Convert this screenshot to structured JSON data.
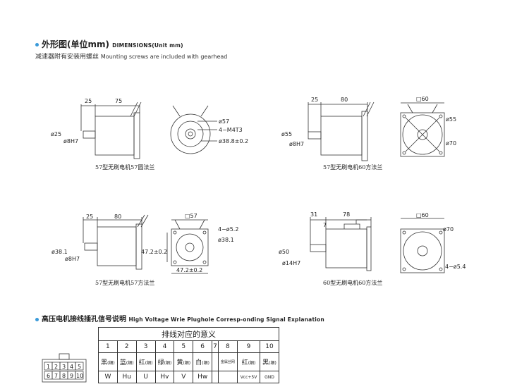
{
  "header": {
    "title_cn": "外形图(单位mm)",
    "title_en": "DIMENSIONS(Unit mm)",
    "subtitle_cn": "减速器附有安装用螺丝",
    "subtitle_en": "Mounting screws are included with gearhead"
  },
  "drawings": {
    "d1": {
      "caption": "57型无刷电机57圆法兰",
      "dim_a": "25",
      "dim_b": "75",
      "shaft_dia": "ø25",
      "shaft_fit": "ø8H7",
      "circle_outer": "ø57",
      "holes": "4−M4T3",
      "pcd": "ø38.8±0.2"
    },
    "d2": {
      "caption": "57型无刷电机60方法兰",
      "dim_a": "25",
      "dim_b": "80",
      "shaft_dia": "ø55",
      "shaft_fit": "ø8H7",
      "square": "□60",
      "circle_a": "ø55",
      "circle_b": "ø70"
    },
    "d3": {
      "caption": "57型无刷电机57方法兰",
      "dim_a": "25",
      "dim_b": "80",
      "shaft_dia": "ø38.1",
      "shaft_fit": "ø8H7",
      "square": "□57",
      "holes": "4−ø5.2",
      "circle": "ø38.1",
      "pitch_v": "47.2±0.2",
      "pitch_h": "47.2±0.2"
    },
    "d4": {
      "caption": "60型无刷电机60方法兰",
      "dim_a": "31",
      "dim_b": "78",
      "dim_c": "7",
      "shaft_dia": "ø50",
      "shaft_fit": "ø14H7",
      "square": "□60",
      "circle": "ø70",
      "holes": "4−ø5.4"
    }
  },
  "signal": {
    "title_cn": "高压电机接线插孔信号说明",
    "title_en": "High Voltage Wrie Plughole Corresp-onding Signal Explanation",
    "table_header": "排线对应的意义",
    "numbers": [
      "1",
      "2",
      "3",
      "4",
      "5",
      "6",
      "7",
      "8",
      "9",
      "10"
    ],
    "colors": [
      "黑",
      "蓝",
      "红",
      "绿",
      "黄",
      "白",
      "",
      "金属丝网",
      "红",
      "黑"
    ],
    "color_suffix": "(细)",
    "signals": [
      "W",
      "Hu",
      "U",
      "Hv",
      "V",
      "Hw",
      "",
      "",
      "Vcc+5V",
      "GND"
    ],
    "connector_top": [
      "1",
      "2",
      "3",
      "4",
      "5"
    ],
    "connector_bottom": [
      "6",
      "7",
      "8",
      "9",
      "10"
    ]
  }
}
